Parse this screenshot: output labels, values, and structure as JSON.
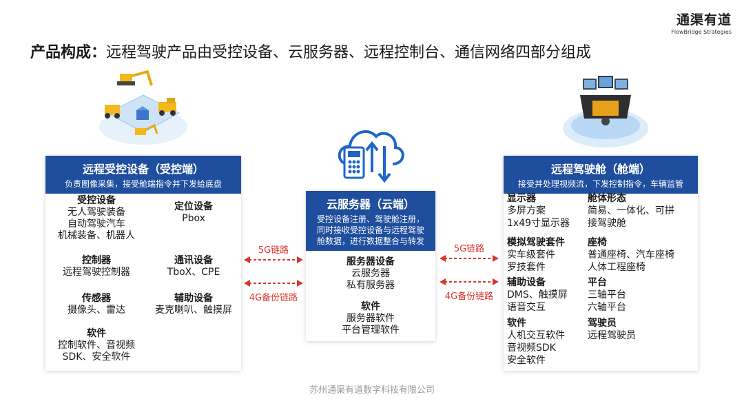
{
  "logo": {
    "cn": "通渠有道",
    "en": "FlowBridge Strategies"
  },
  "title": {
    "bold": "产品构成：",
    "rest": "远程驾驶产品由受控设备、云服务器、远程控制台、通信网络四部分组成"
  },
  "left": {
    "title": "远程受控设备（受控端）",
    "subtitle": "负责图像采集，接受舱端指令并下发给底盘",
    "groups": [
      {
        "title": "受控设备",
        "lines": [
          "无人驾驶装备",
          "自动驾驶汽车",
          "机械装备、机器人"
        ]
      },
      {
        "title": "定位设备",
        "lines": [
          "Pbox"
        ]
      },
      {
        "title": "控制器",
        "lines": [
          "远程驾驶控制器"
        ]
      },
      {
        "title": "通讯设备",
        "lines": [
          "TboX、CPE"
        ]
      },
      {
        "title": "传感器",
        "lines": [
          "摄像头、雷达"
        ]
      },
      {
        "title": "辅助设备",
        "lines": [
          "麦克喇叭、触摸屏"
        ]
      },
      {
        "title": "软件",
        "lines": [
          "控制软件、音视频",
          "SDK、安全软件"
        ]
      }
    ]
  },
  "mid": {
    "title": "云服务器（云端）",
    "desc": [
      "受控设备注册、驾驶舱注册，",
      "同时接收受控设备与远程驾驶",
      "舱数据，进行数据整合与转发"
    ],
    "groups": [
      {
        "title": "服务器设备",
        "lines": [
          "云服务器",
          "私有服务器"
        ]
      },
      {
        "title": "软件",
        "lines": [
          "服务器软件",
          "平台管理软件"
        ]
      }
    ]
  },
  "right": {
    "title": "远程驾驶舱（舱端）",
    "subtitle": "接受并处理视频流，下发控制指令，车辆监管",
    "groups": [
      {
        "title": "显示器",
        "lines": [
          "多屏方案",
          "1x49寸显示器"
        ]
      },
      {
        "title": "舱体形态",
        "lines": [
          "简易、一体化、可拼",
          "接驾驶舱"
        ]
      },
      {
        "title": "模拟驾驶套件",
        "lines": [
          "实车级套件",
          "罗技套件"
        ]
      },
      {
        "title": "座椅",
        "lines": [
          "普通座椅、汽车座椅",
          "人体工程座椅"
        ]
      },
      {
        "title": "辅助设备",
        "lines": [
          "DMS、触摸屏",
          "语音交互"
        ]
      },
      {
        "title": "平台",
        "lines": [
          "三轴平台",
          "六轴平台"
        ]
      },
      {
        "title": "软件",
        "lines": [
          "人机交互软件",
          "音视频SDK",
          "安全软件"
        ]
      },
      {
        "title": "驾驶员",
        "lines": [
          "远程驾驶员"
        ]
      }
    ]
  },
  "links": {
    "primary": "5G链路",
    "backup": "4G备份链路"
  },
  "footer": "苏州通渠有道数字科技有限公司",
  "colors": {
    "panel_header": "#1f4e9e",
    "link_red": "#d9362b"
  }
}
